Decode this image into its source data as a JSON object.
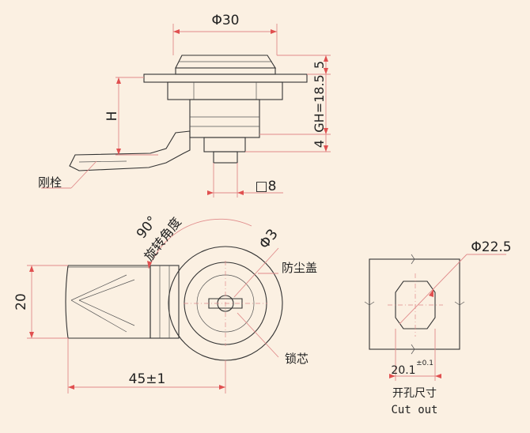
{
  "side_view": {
    "dia_30": "Φ30",
    "h_label": "H",
    "dim_5": "5",
    "dim_18_5": "GH=18.5",
    "dim_4": "4",
    "square_8": "□8",
    "latch_label": "刚栓"
  },
  "front_view": {
    "angle": "90°",
    "rotation_label": "旋转角度",
    "dia_3": "Φ3",
    "dust_cover": "防尘盖",
    "lock_core": "锁芯",
    "height_20": "20",
    "width_45": "45±1"
  },
  "cutout": {
    "dia_22_5": "Φ22.5",
    "width_20_1": "20.1",
    "tolerance": "±0.1",
    "title_cn": "开孔尺寸",
    "title_en": "Cut out"
  }
}
